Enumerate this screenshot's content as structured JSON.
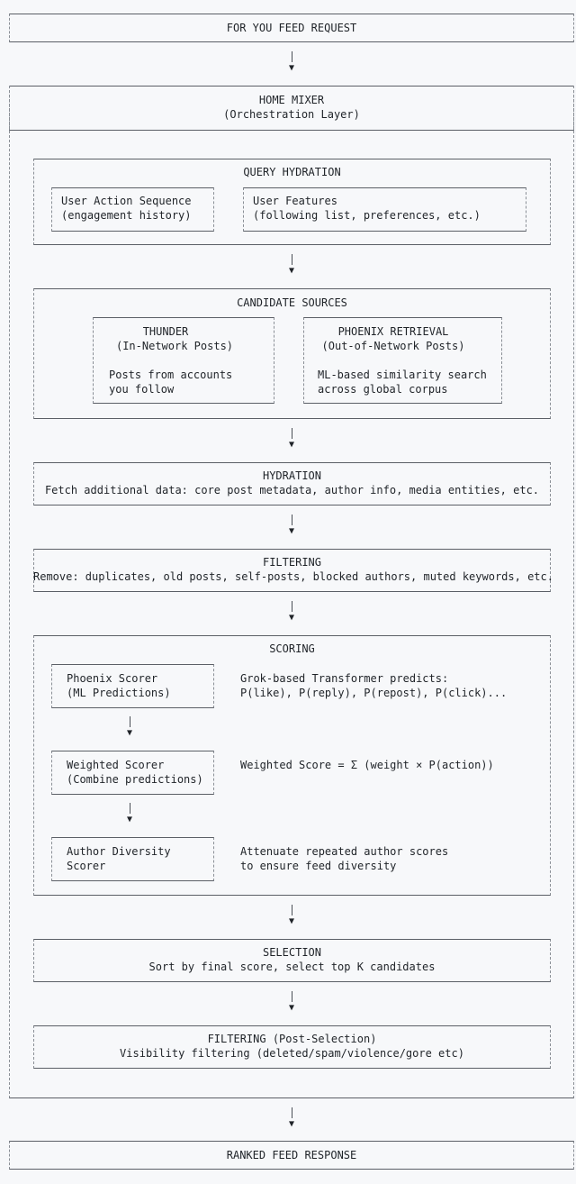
{
  "request": {
    "title": "FOR YOU FEED REQUEST"
  },
  "home_mixer": {
    "title": "HOME MIXER",
    "subtitle": "(Orchestration Layer)"
  },
  "query_hydration": {
    "title": "QUERY HYDRATION",
    "user_action": {
      "line1": "User Action Sequence",
      "line2": "(engagement history)"
    },
    "user_features": {
      "line1": "User Features",
      "line2": "(following list, preferences, etc.)"
    }
  },
  "candidate_sources": {
    "title": "CANDIDATE SOURCES",
    "thunder": {
      "title": "THUNDER",
      "subtitle": "(In-Network Posts)",
      "desc1": "Posts from accounts",
      "desc2": "you follow"
    },
    "phoenix_retrieval": {
      "title": "PHOENIX RETRIEVAL",
      "subtitle": "(Out-of-Network Posts)",
      "desc1": "ML-based similarity search",
      "desc2": "across global corpus"
    }
  },
  "hydration": {
    "title": "HYDRATION",
    "desc": "Fetch additional data: core post metadata, author info, media entities, etc."
  },
  "filtering": {
    "title": "FILTERING",
    "desc": "Remove: duplicates, old posts, self-posts, blocked authors, muted keywords, etc."
  },
  "scoring": {
    "title": "SCORING",
    "phoenix_scorer": {
      "line1": "Phoenix Scorer",
      "line2": "(ML Predictions)",
      "note1": "Grok-based Transformer predicts:",
      "note2": "P(like), P(reply), P(repost), P(click)..."
    },
    "weighted_scorer": {
      "line1": "Weighted Scorer",
      "line2": "(Combine predictions)",
      "note1": "Weighted Score = Σ (weight × P(action))"
    },
    "author_diversity": {
      "line1": "Author Diversity",
      "line2": "Scorer",
      "note1": "Attenuate repeated author scores",
      "note2": "to ensure feed diversity"
    }
  },
  "selection": {
    "title": "SELECTION",
    "desc": "Sort by final score, select top K candidates"
  },
  "post_filtering": {
    "title": "FILTERING (Post-Selection)",
    "desc": "Visibility filtering (deleted/spam/violence/gore etc)"
  },
  "response": {
    "title": "RANKED FEED RESPONSE"
  },
  "arrow_glyph": "▼"
}
